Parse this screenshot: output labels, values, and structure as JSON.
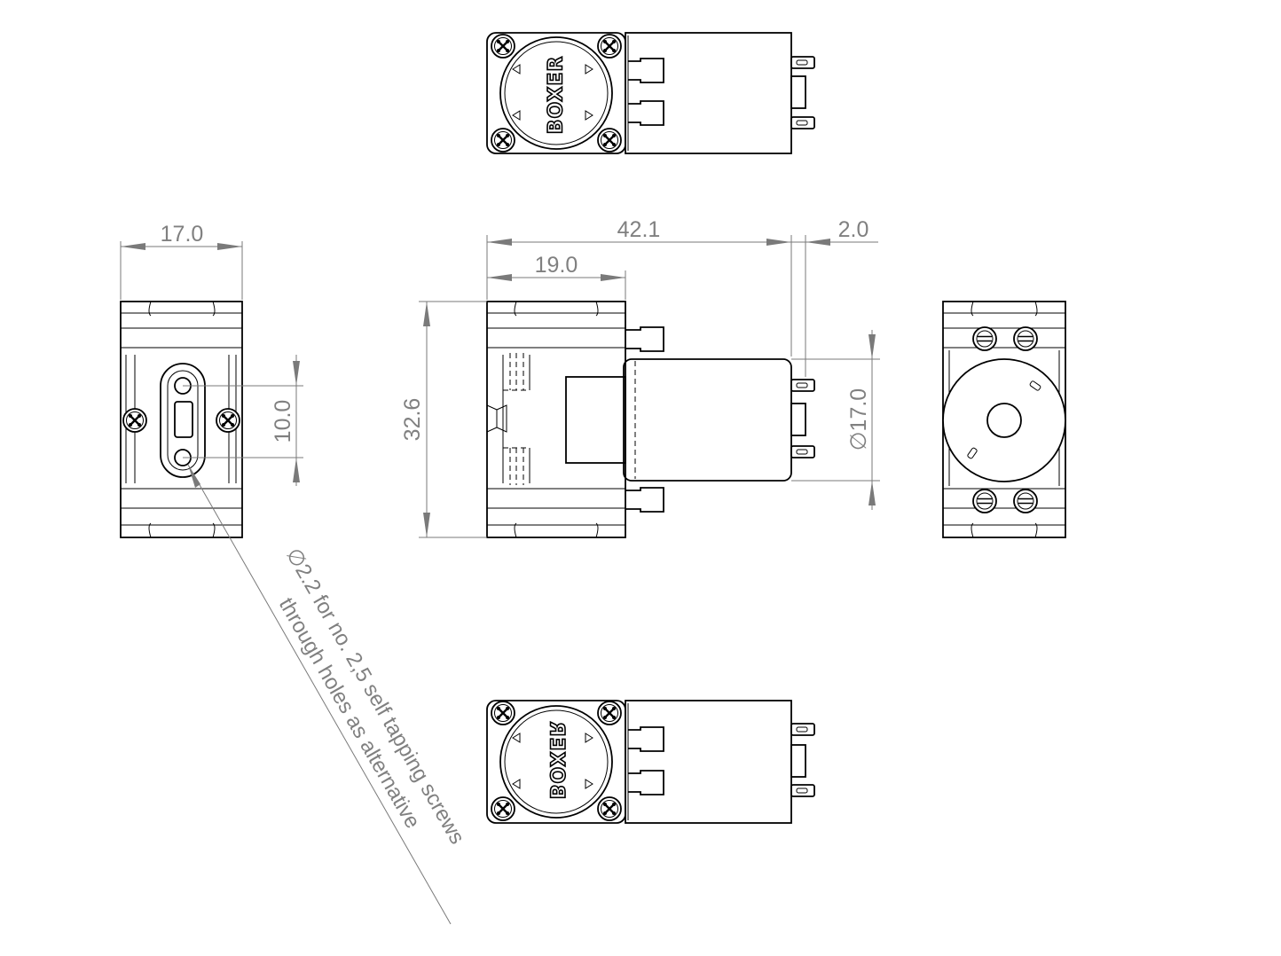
{
  "brand": "BOXER",
  "dimensions": {
    "side_width": "17.0",
    "total_length": "42.1",
    "head_length": "19.0",
    "terminal_length": "2.0",
    "height": "32.6",
    "hole_spacing": "10.0",
    "motor_diameter": "∅17.0"
  },
  "note": {
    "line1": "∅2.2 for no. 2,5 self tapping screws",
    "line2": "through holes as alternative"
  }
}
